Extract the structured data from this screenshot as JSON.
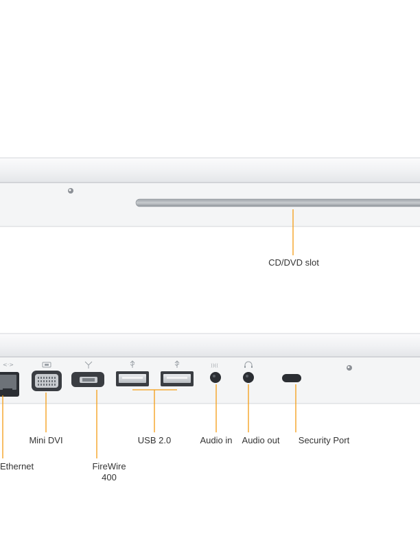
{
  "callouts": {
    "cd_dvd_slot": "CD/DVD slot",
    "mini_dvi": "Mini DVI",
    "usb": "USB 2.0",
    "audio_in": "Audio in",
    "audio_out": "Audio out",
    "security_port": "Security Port",
    "ethernet": "Ethernet",
    "firewire_line1": "FireWire",
    "firewire_line2": "400"
  },
  "colors": {
    "leader": "#f39c12",
    "body": "#f2f3f4",
    "panel": "#e7e8ea",
    "port_dark": "#3a3d42",
    "port_metal": "#c9ccd0"
  },
  "icons": {
    "front": [
      "sleep-indicator-icon"
    ],
    "side": [
      "ethernet-icon",
      "display-icon",
      "firewire-icon",
      "usb-icon",
      "usb-icon",
      "audio-in-icon",
      "headphones-icon",
      "lock-icon"
    ]
  }
}
